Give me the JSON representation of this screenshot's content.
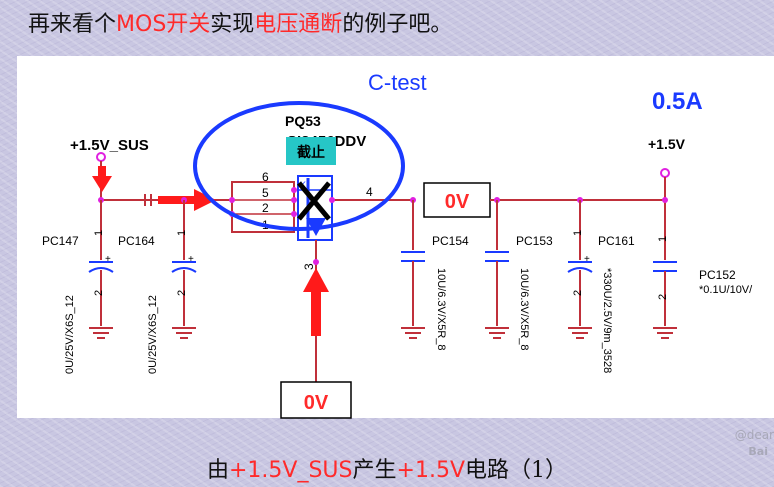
{
  "header": {
    "pre": "再来看个",
    "hl1": "MOS开关",
    "mid": "实现",
    "hl2": "电压通断",
    "post": "的例子吧。"
  },
  "footer": {
    "pre": "由",
    "hl1": "+1.5V_SUS",
    "mid": "产生",
    "hl2": "+1.5V",
    "post": "电路（1）"
  },
  "schematic": {
    "title": "C-test",
    "current": "0.5A",
    "input_rail": "+1.5V_SUS",
    "output_rail": "+1.5V",
    "mosfet_ref": "PQ53",
    "mosfet_part": "SI3456DDV",
    "state_label": "截止",
    "out_voltage": "0V",
    "gate_voltage": "0V",
    "pins": {
      "p6": "6",
      "p5": "5",
      "p2": "2",
      "p1": "1",
      "p4": "4",
      "p3": "3"
    },
    "cap_pin_top": "1",
    "cap_pin_bottom": "2",
    "plus_sign": "+",
    "caps": {
      "pc147": {
        "ref": "PC147",
        "value": "0U/25V/X6S_12"
      },
      "pc164": {
        "ref": "PC164",
        "value": "0U/25V/X6S_12"
      },
      "pc154": {
        "ref": "PC154",
        "value": "10U/6.3V/X5R_8"
      },
      "pc153": {
        "ref": "PC153",
        "value": "10U/6.3V/X5R_8"
      },
      "pc161": {
        "ref": "PC161",
        "value": "*330U/2.5V/9m_3528"
      },
      "pc152": {
        "ref": "PC152",
        "value": "*0.1U/10V/"
      }
    }
  },
  "watermark": {
    "line1": "@dear",
    "line2": "Bai"
  },
  "colors": {
    "accent_red": "#ff2a2a",
    "wire_red": "#c0303a",
    "mosfet_blue": "#1a3aff",
    "node_magenta": "#e020e0"
  }
}
